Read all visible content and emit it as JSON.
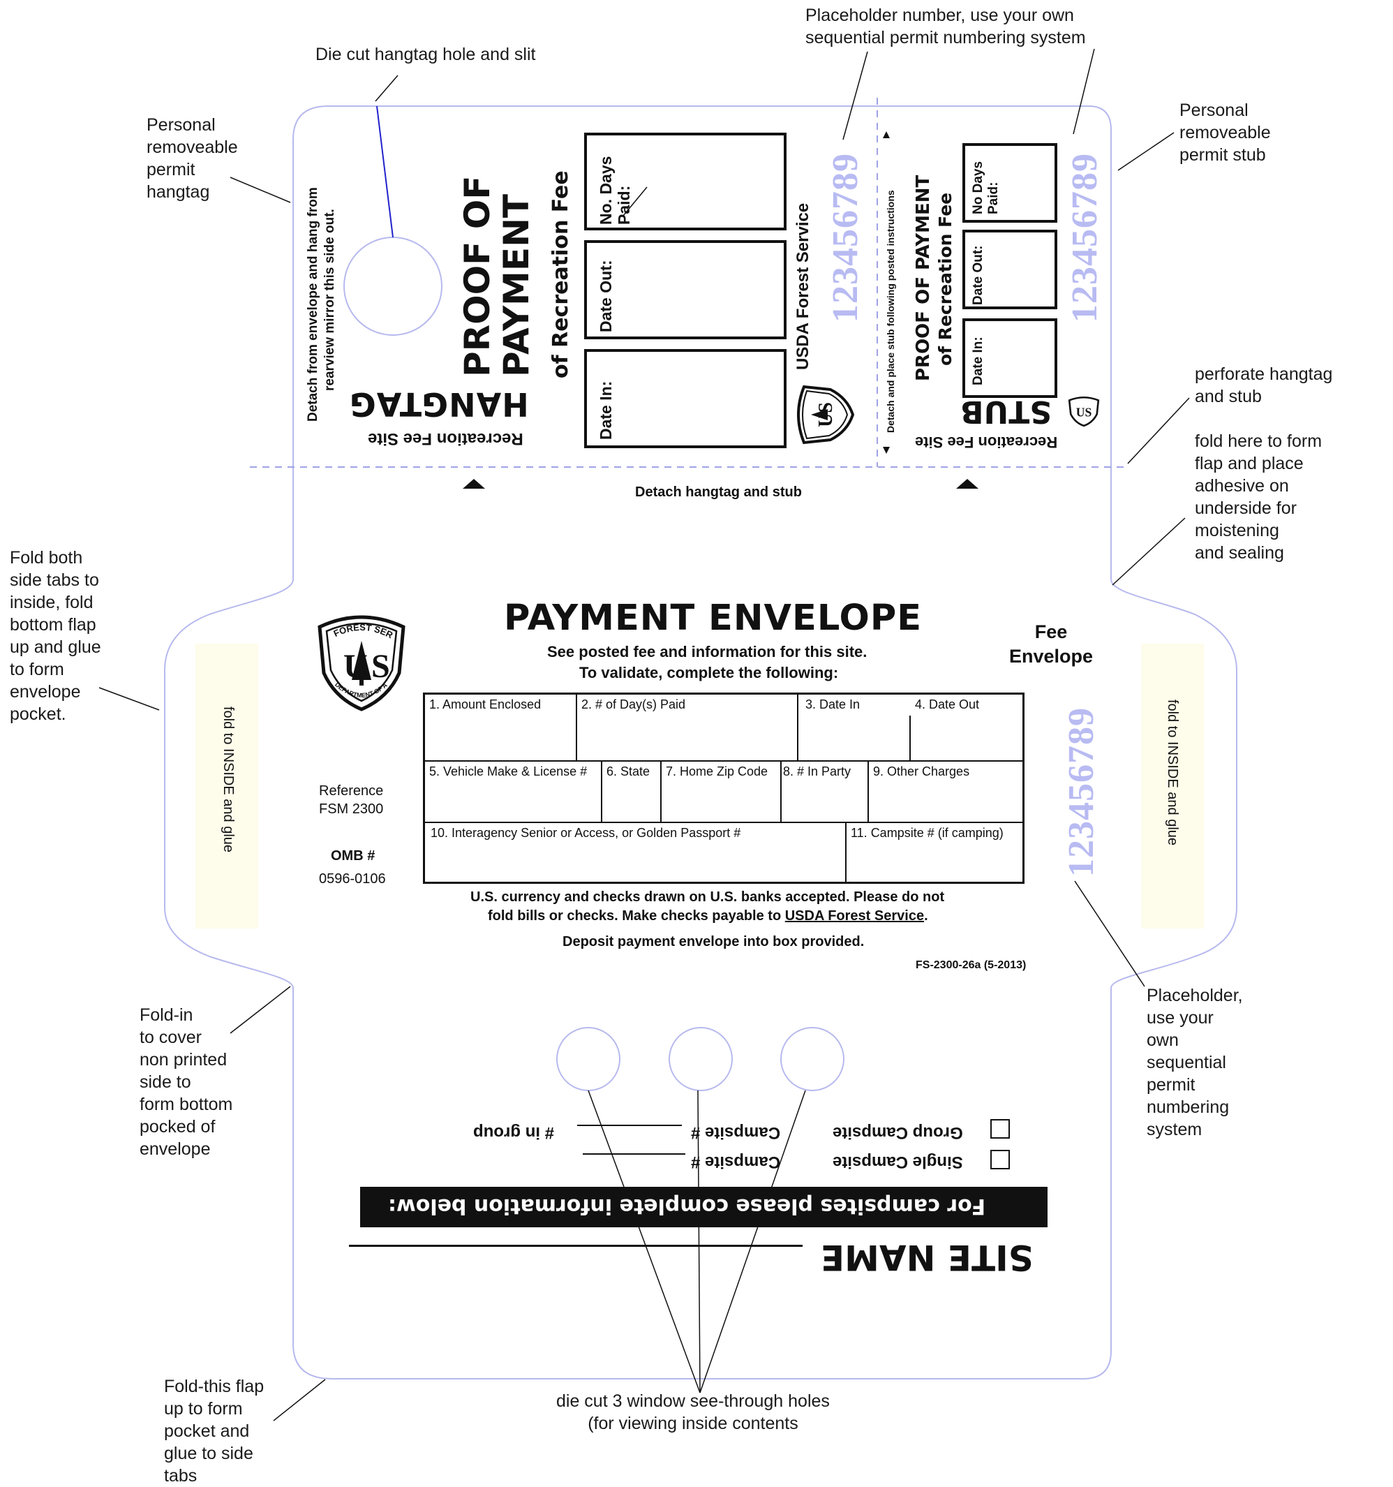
{
  "annotations": {
    "die_cut": "Die cut hangtag hole and slit",
    "placeholder_top": "Placeholder number, use your own\nsequential permit numbering system",
    "personal_hangtag": "Personal\nremoveable\npermit\nhangtag",
    "personal_stub": "Personal\nremoveable\npermit stub",
    "perforate": "perforate hangtag\nand stub",
    "fold_flap": "fold here to form\nflap and place\nadhesive on\nunderside for\nmoistening\nand sealing",
    "fold_sides": "Fold both\nside tabs to\ninside, fold\nbottom flap\nup and glue\nto form\nenvelope\npocket.",
    "fold_in": "Fold-in\nto cover\nnon printed\nside to\nform bottom\npocked of\nenvelope",
    "placeholder_side": "Placeholder,\nuse your\nown\nsequential\npermit\nnumbering\nsystem",
    "fold_bottom": "Fold-this flap\nup to form\npocket and\nglue to side\ntabs",
    "window_holes": "die cut 3 window see-through holes\n(for viewing inside contents"
  },
  "hangtag": {
    "detach_note_1": "Detach from envelope and hang from",
    "detach_note_2": "rearview mirror this side out.",
    "site_label": "Recreation Fee Site",
    "hangtag_word": "HANGTAG",
    "proof_1": "PROOF OF",
    "proof_2": "PAYMENT",
    "rec_fee": "of Recreation Fee",
    "box_days": "No. Days\nPaid:",
    "box_out": "Date Out:",
    "box_in": "Date In:",
    "agency": "USDA Forest Service",
    "serial": "123456789"
  },
  "stub": {
    "instructions": "Detach and place stub following posted instructions",
    "proof": "PROOF OF PAYMENT",
    "rec_fee": "of Recreation Fee",
    "box_days": "No Days\nPaid:",
    "box_out": "Date Out:",
    "box_in": "Date In:",
    "stub_word": "STUB",
    "site_label": "Recreation Fee Site",
    "serial": "123456789"
  },
  "detach_label": "Detach hangtag and stub",
  "envelope": {
    "title": "PAYMENT ENVELOPE",
    "subtitle_1": "See posted fee and information for this site.",
    "subtitle_2": "To validate, complete the following:",
    "fee_envelope": "Fee\nEnvelope",
    "reference": "Reference\nFSM 2300",
    "omb_label": "OMB #",
    "omb_number": "0596-0106",
    "glue_left": "fold to INSIDE and glue",
    "glue_right": "fold to INSIDE and glue",
    "serial": "123456789",
    "fields": {
      "f1": "1. Amount Enclosed",
      "f2": "2. # of Day(s) Paid",
      "f3": "3. Date In",
      "f4": "4. Date Out",
      "f5": "5. Vehicle Make & License #",
      "f6": "6. State",
      "f7": "7. Home Zip Code",
      "f8": "8. # In Party",
      "f9": "9. Other Charges",
      "f10": "10. Interagency Senior or Access, or Golden Passport #",
      "f11": "11. Campsite # (if camping)"
    },
    "currency_1": "U.S. currency and checks drawn on U.S. banks accepted.  Please do not",
    "currency_2a": "fold bills or checks.  Make checks payable to ",
    "currency_2b": "USDA Forest Service",
    "currency_2c": ".",
    "deposit": "Deposit payment envelope into box provided.",
    "form_number": "FS-2300-26a (5-2013)"
  },
  "campsite": {
    "in_group": "# in group",
    "campsite_1": "Campsite #",
    "campsite_2": "Campsite #",
    "group_campsite": "Group Campsite",
    "single_campsite": "Single Campsite",
    "banner": "For campsites please complete information below:",
    "site_name": "SITE NAME"
  },
  "logo": {
    "top_text": "FOREST SERVICE",
    "bottom_text": "DEPARTMENT OF AGRICULTURE",
    "letters": "US"
  },
  "colors": {
    "outline": "#b7b9ee",
    "serial": "#b8bbf2",
    "glue_fill": "#fefcea",
    "ink": "#111111"
  }
}
